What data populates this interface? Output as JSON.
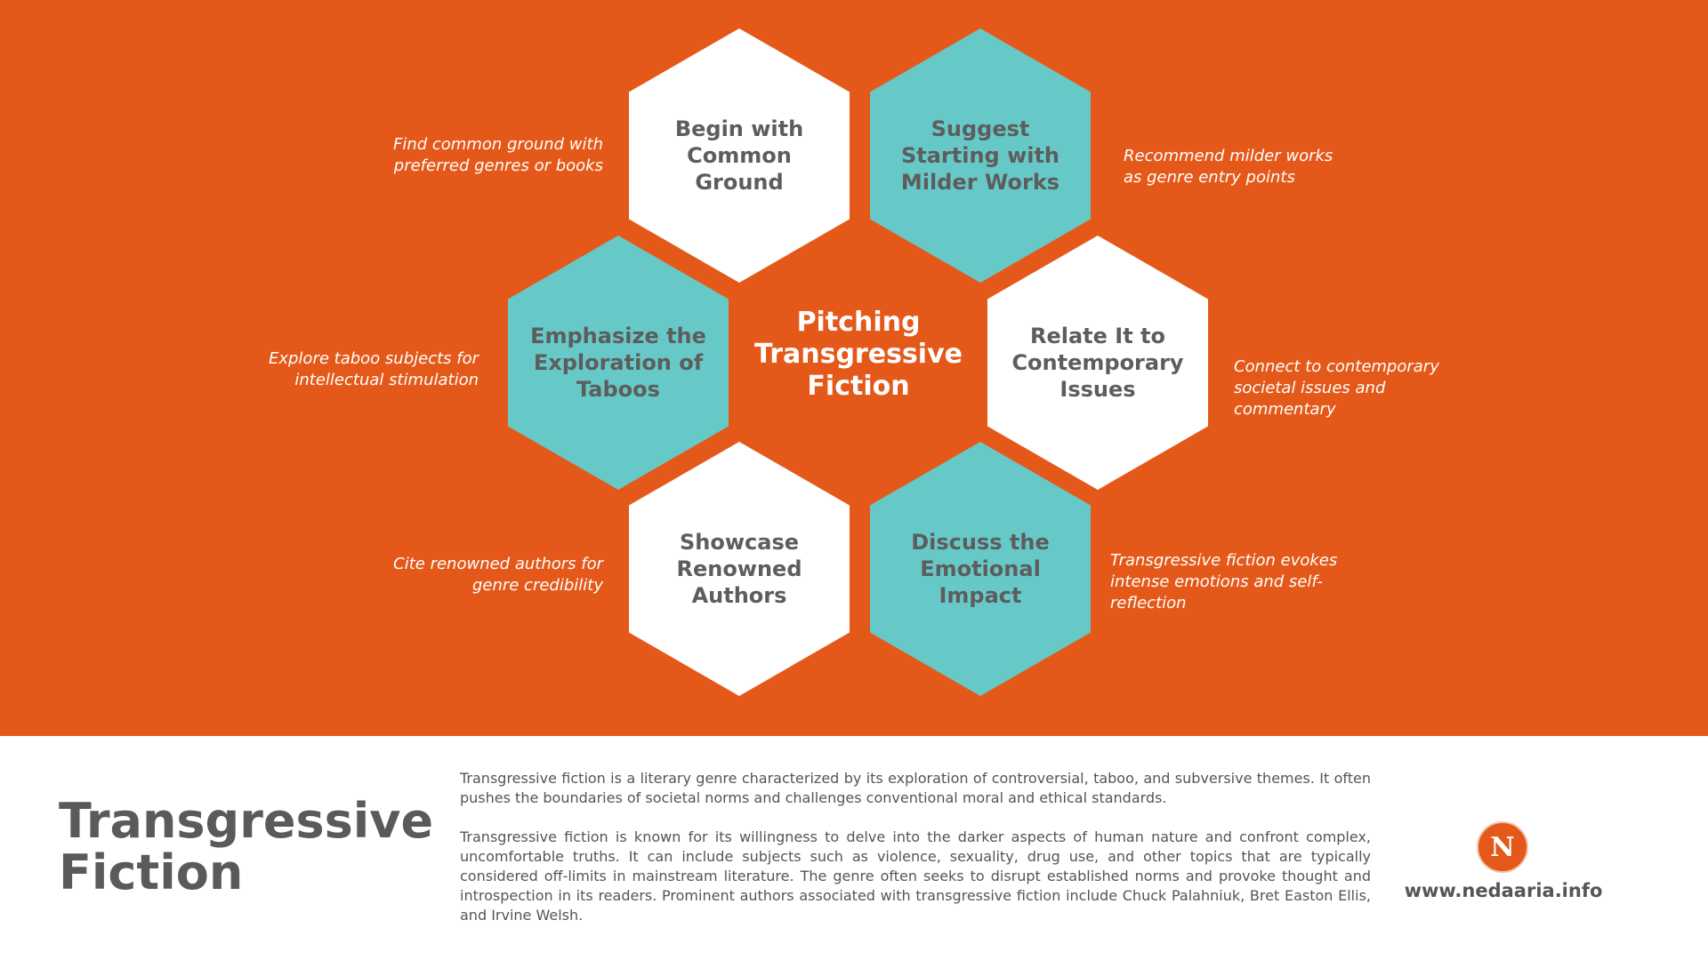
{
  "hub": {
    "title": "Pitching\nTransgressive\nFiction"
  },
  "hexagons": [
    {
      "label": "Begin with\nCommon\nGround",
      "color": "#ffffff"
    },
    {
      "label": "Suggest\nStarting with\nMilder Works",
      "color": "#66c9c8"
    },
    {
      "label": "Emphasize the\nExploration of\nTaboos",
      "color": "#66c9c8"
    },
    {
      "label": "Relate It to\nContemporary\nIssues",
      "color": "#ffffff"
    },
    {
      "label": "Showcase\nRenowned\nAuthors",
      "color": "#ffffff"
    },
    {
      "label": "Discuss the\nEmotional\nImpact",
      "color": "#66c9c8"
    }
  ],
  "notes": [
    "Find common ground with\npreferred genres or books",
    "Recommend milder works\nas genre entry points",
    "Explore taboo subjects for\nintellectual stimulation",
    "Connect to contemporary\nsocietal issues and\ncommentary",
    "Cite renowned authors for\ngenre credibility",
    "Transgressive fiction evokes\nintense emotions and self-\nreflection"
  ],
  "footer": {
    "title": "Transgressive\nFiction",
    "paragraph1": "Transgressive fiction is a literary genre characterized by its exploration of controversial, taboo, and subversive themes. It often pushes the boundaries of societal norms and challenges conventional moral and ethical standards.",
    "paragraph2": "Transgressive fiction is known for its willingness to delve into the darker aspects of human nature and confront complex, uncomfortable truths. It can include subjects such as violence, sexuality, drug use, and other topics that are typically considered off-limits in mainstream literature. The genre often seeks to disrupt established norms and provoke thought and introspection in its readers. Prominent authors associated with transgressive fiction include Chuck Palahniuk, Bret Easton Ellis, and Irvine Welsh.",
    "logo_letter": "N",
    "website": "www.nedaaria.info"
  },
  "colors": {
    "background": "#e4591a",
    "teal": "#66c9c8",
    "text_gray": "#5d5d5d"
  }
}
